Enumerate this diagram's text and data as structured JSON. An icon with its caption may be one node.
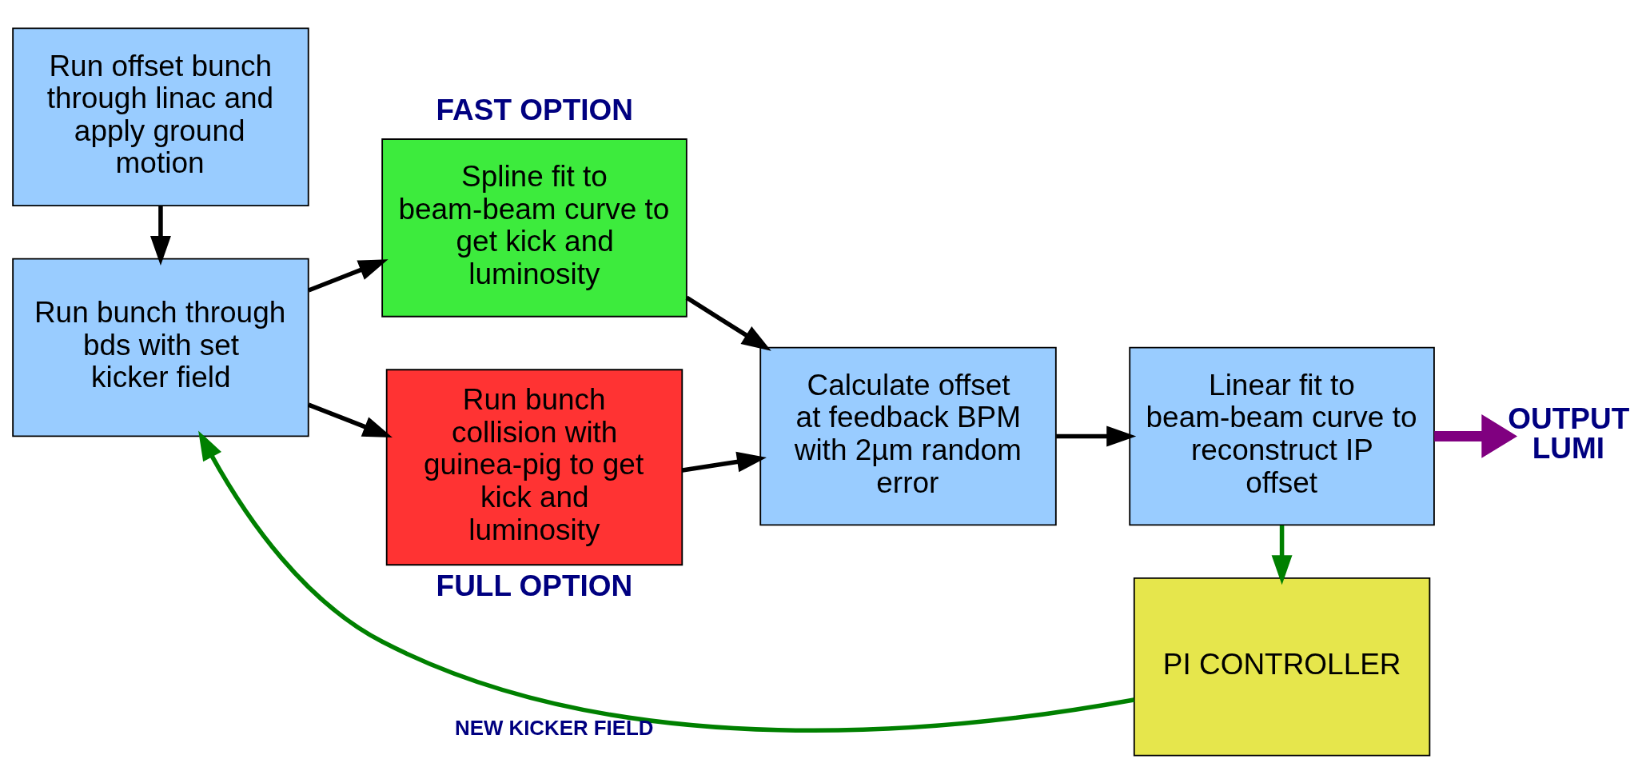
{
  "diagram": {
    "nodes": [
      {
        "text": [
          "Run offset bunch through linac and apply ground motion"
        ]
      },
      {
        "text": [
          "Run bunch through bds with set kicker field"
        ]
      },
      {
        "text": [
          "Spline fit to beam-beam curve to get kick and luminosity"
        ],
        "beside": [
          "FAST OPTION"
        ]
      },
      {
        "text": [
          "Run bunch collision with guinea-pig to get kick and luminosity"
        ],
        "beside": [
          "FULL OPTION"
        ]
      },
      {
        "text": [
          "Calculate offset at feedback BPM with 2µm random error"
        ]
      },
      {
        "text": [
          "Linear fit to beam-beam curve to reconstruct IP offset"
        ]
      },
      {
        "text": [
          "PI CONTROLLER"
        ]
      },
      {
        "text": [
          "OUTPUT LUMI"
        ]
      }
    ],
    "edges": [
      {
        "from": 0,
        "to": 1,
        "arrow": "to"
      },
      {
        "from": 1,
        "to": 2,
        "arrow": "to"
      },
      {
        "from": 1,
        "to": 3,
        "arrow": "to"
      },
      {
        "from": 2,
        "to": 4,
        "arrow": "to"
      },
      {
        "from": 3,
        "to": 4,
        "arrow": "to"
      },
      {
        "from": 4,
        "to": 5,
        "arrow": "to"
      },
      {
        "from": 5,
        "to": 7,
        "arrow": "to",
        "style": "thick",
        "color": "#800080"
      },
      {
        "from": 5,
        "to": 6,
        "arrow": "to",
        "color": "#008000"
      },
      {
        "from": 6,
        "to": 1,
        "arrow": "to",
        "label": "NEW KICKER FIELD",
        "color": "#008000"
      }
    ]
  }
}
